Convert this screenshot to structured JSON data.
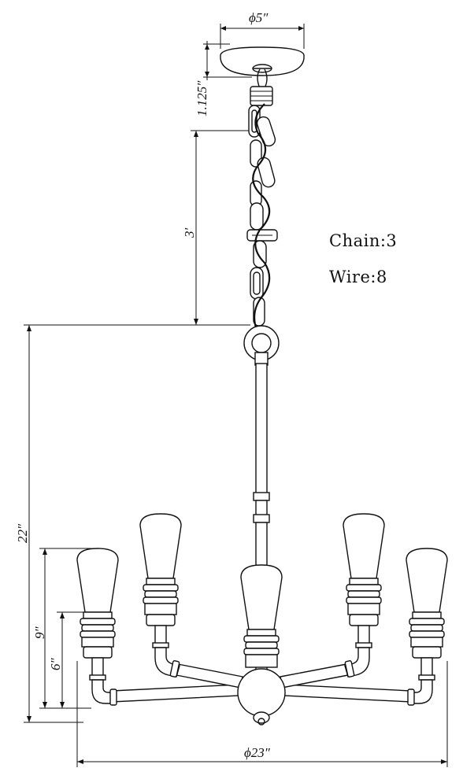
{
  "dimensions": {
    "canopy_diameter": "ϕ5″",
    "canopy_height": "1.125″",
    "chain_length": "3'",
    "fixture_height": "22″",
    "bulb_height": "9″",
    "socket_height": "6″",
    "overall_diameter": "ϕ23″"
  },
  "notes": {
    "chain": "Chain:3",
    "wire": "Wire:8"
  }
}
